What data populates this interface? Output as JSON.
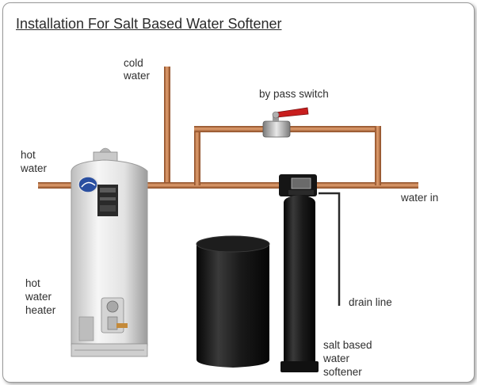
{
  "diagram": {
    "title": "Installation For Salt Based Water Softener",
    "labels": {
      "cold_water_line1": "cold",
      "cold_water_line2": "water",
      "bypass_switch": "by pass switch",
      "hot_water_line1": "hot",
      "hot_water_line2": "water",
      "water_in": "water in",
      "heater_line1": "hot",
      "heater_line2": "water",
      "heater_line3": "heater",
      "drain_line": "drain line",
      "softener_line1": "salt based",
      "softener_line2": "water",
      "softener_line3": "softener"
    },
    "colors": {
      "copper": "#b06a3a",
      "copper_highlight": "#e2a070",
      "heater_body": "#e4e4e4",
      "tank_black": "#151515",
      "valve_red": "#c81e1e"
    }
  }
}
